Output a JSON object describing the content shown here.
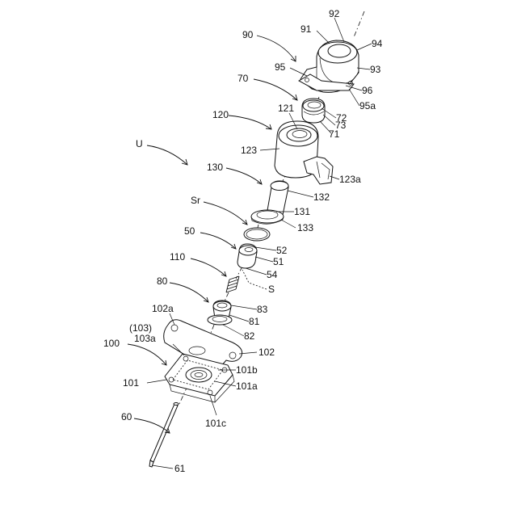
{
  "figure": {
    "labels": {
      "l92": "92",
      "l91": "91",
      "l90": "90",
      "l94": "94",
      "l95": "95",
      "l93": "93",
      "l96": "96",
      "l70": "70",
      "l95a": "95a",
      "l72": "72",
      "l73": "73",
      "l71": "71",
      "l120": "120",
      "l121": "121",
      "l123": "123",
      "l123a": "123a",
      "lU": "U",
      "l130": "130",
      "l132": "132",
      "lSr": "Sr",
      "l131": "131",
      "l133": "133",
      "l50": "50",
      "l52": "52",
      "l51": "51",
      "l54": "54",
      "l110": "110",
      "lS": "S",
      "l80": "80",
      "l83": "83",
      "l81": "81",
      "l82": "82",
      "l102a": "102a",
      "l103p": "(103)",
      "l103a": "103a",
      "l102": "102",
      "l100": "100",
      "l101b": "101b",
      "l101": "101",
      "l101a": "101a",
      "l101c": "101c",
      "l60": "60",
      "l61": "61"
    }
  }
}
